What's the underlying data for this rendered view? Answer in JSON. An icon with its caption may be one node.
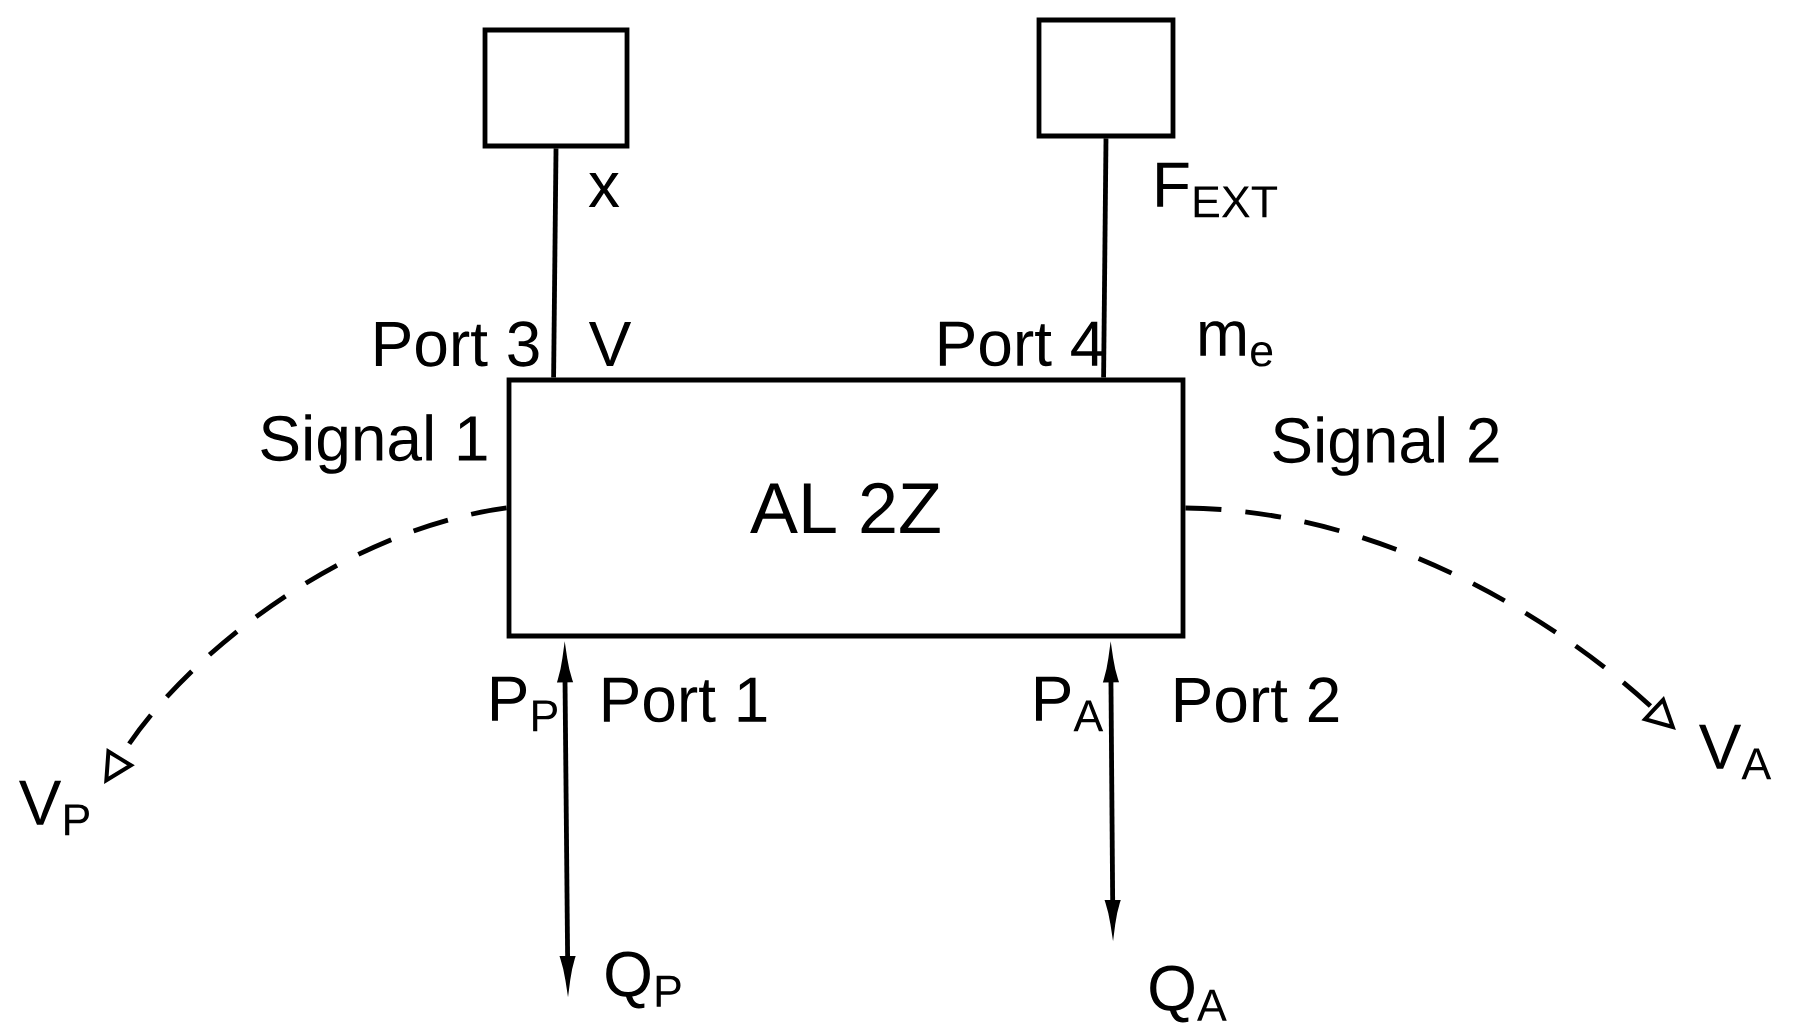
{
  "diagram": {
    "nodes": [
      {
        "text": [
          "AL 2Z"
        ]
      },
      {
        "text": [],
        "shape": "box"
      },
      {
        "text": [],
        "shape": "box"
      }
    ],
    "edges": [
      {
        "from": 1,
        "to": 0,
        "arrow": "none"
      },
      {
        "from": 2,
        "to": 0,
        "arrow": "none"
      },
      {
        "from": 0,
        "to": null,
        "arrow": "both"
      },
      {
        "from": 0,
        "to": null,
        "arrow": "both"
      },
      {
        "from": 0,
        "to": null,
        "arrow": "to",
        "style": "dashed"
      },
      {
        "from": 0,
        "to": null,
        "arrow": "to",
        "style": "dashed"
      }
    ],
    "labels": [
      "x",
      "F$_{EXT}$",
      "Port 3",
      "V",
      "Port 4",
      "m$_{e}$",
      "Signal 1",
      "Signal 2",
      "P$_{P}$",
      "Port 1",
      "P$_{A}$",
      "Port 2",
      "V$_{P}$",
      "V$_{A}$",
      "Q$_{P}$",
      "Q$_{A}$"
    ]
  }
}
